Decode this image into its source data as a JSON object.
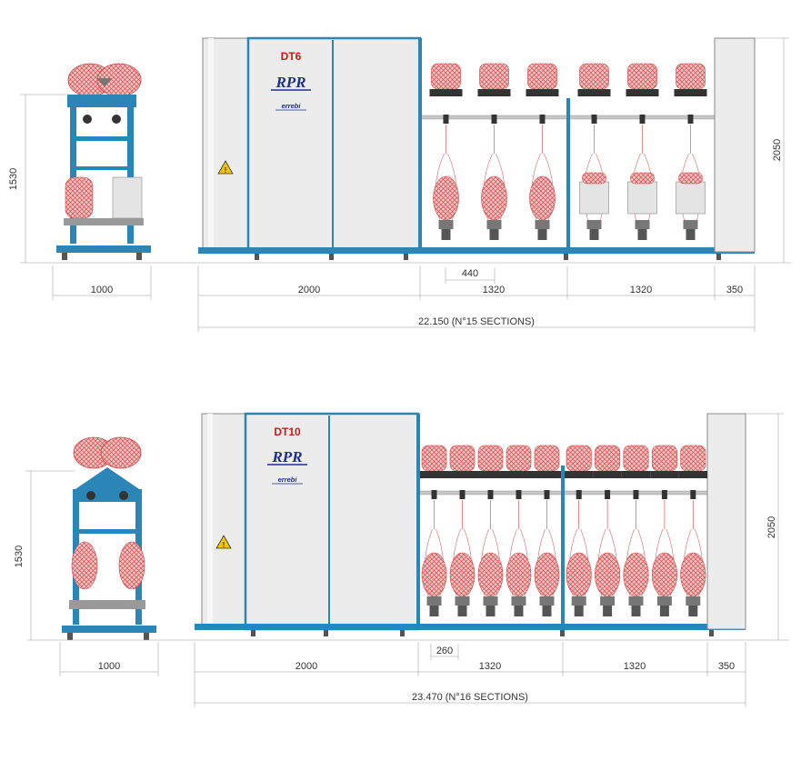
{
  "machines": [
    {
      "id": "dt6",
      "model": "DT6",
      "brand": "RPR",
      "sub_brand": "errebi",
      "side_width": "1000",
      "side_height": "1530",
      "front_height": "2050",
      "segments": [
        "2000",
        "1320",
        "1320",
        "350"
      ],
      "spindle_pitch": "440",
      "total": "22.150 (N°15 SECTIONS)",
      "spindles_per_section": 3
    },
    {
      "id": "dt10",
      "model": "DT10",
      "brand": "RPR",
      "sub_brand": "errebi",
      "side_width": "1000",
      "side_height": "1530",
      "front_height": "2050",
      "segments": [
        "2000",
        "1320",
        "1320",
        "350"
      ],
      "spindle_pitch": "260",
      "total": "23.470 (N°16 SECTIONS)",
      "spindles_per_section": 5
    }
  ],
  "colors": {
    "frame_blue": "#2b86b8",
    "cabinet_gray": "#ececec",
    "yarn_red": "#e05555",
    "model_red": "#d01818",
    "brand_blue": "#1c2f8a",
    "warning_yellow": "#f2c200"
  },
  "icons": [
    "warning-icon"
  ]
}
